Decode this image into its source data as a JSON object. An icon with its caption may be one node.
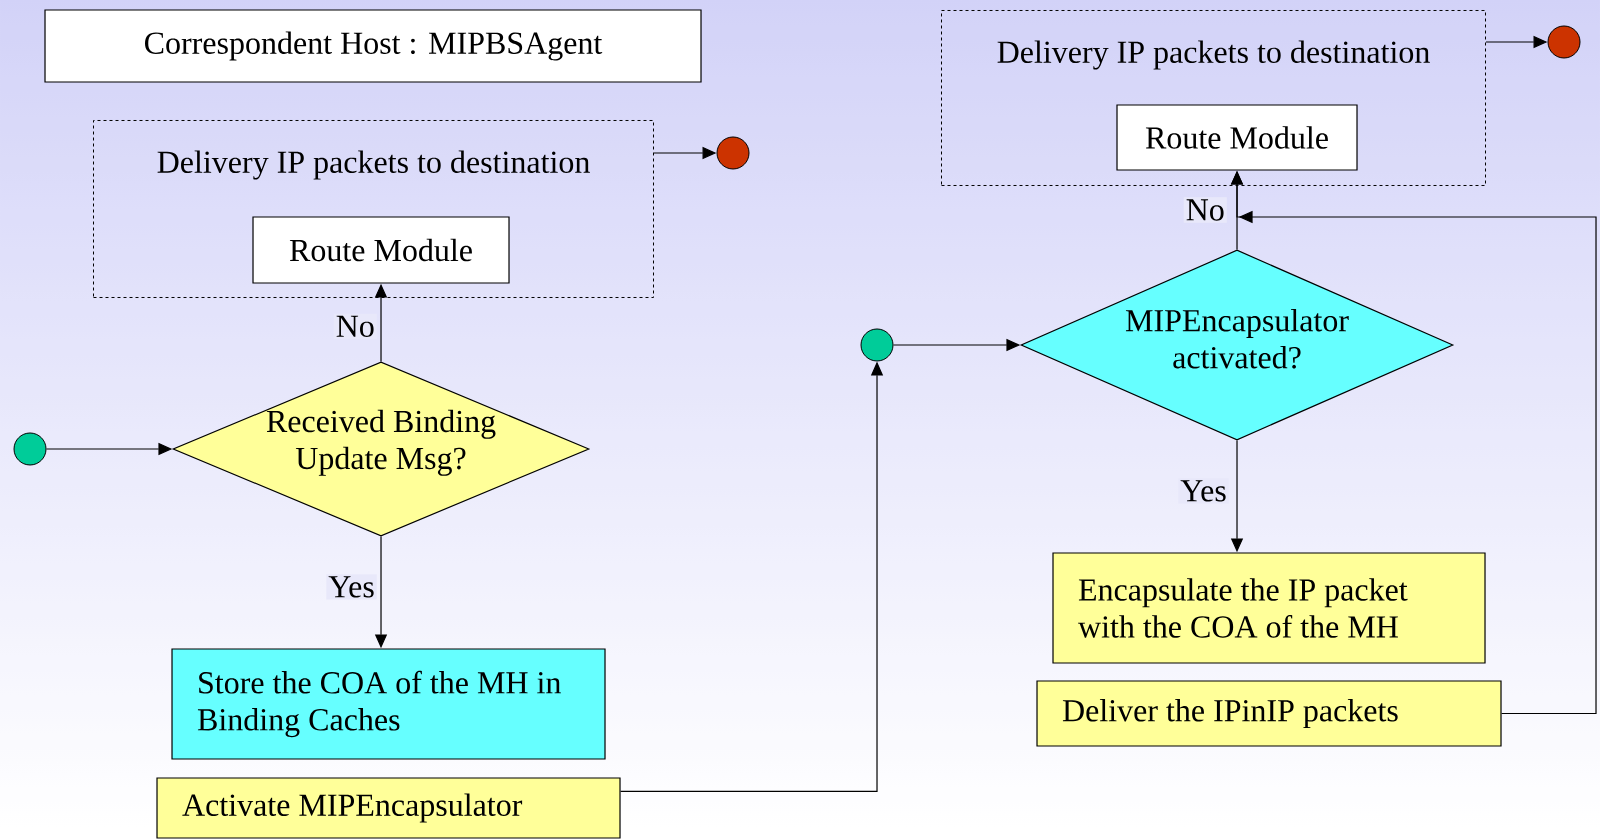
{
  "diagram": {
    "nodes": [
      {
        "text": [
          "Correspondent Host : MIPBSAgent"
        ]
      },
      {
        "text": [
          "Delivery IP packets to destination"
        ]
      },
      {
        "text": [
          "Route Module"
        ],
        "in": 1
      },
      {
        "text": [],
        "shape": "circle"
      },
      {
        "text": [],
        "shape": "circle"
      },
      {
        "text": [
          "Received Binding Update Msg?"
        ]
      },
      {
        "text": [
          "Store the COA of the MH in Binding Caches"
        ]
      },
      {
        "text": [
          "Activate MIPEncapsulator"
        ]
      },
      {
        "text": [],
        "shape": "circle"
      },
      {
        "text": [
          "MIPEncapsulator activated?"
        ]
      },
      {
        "text": [
          "Delivery IP packets to destination"
        ]
      },
      {
        "text": [
          "Route Module"
        ],
        "in": 10
      },
      {
        "text": [],
        "shape": "circle"
      },
      {
        "text": [
          "Encapsulate the IP packet with the COA of the MH"
        ]
      },
      {
        "text": [
          "Deliver the IPinIP packets"
        ]
      }
    ],
    "edges": [
      {
        "from": 4,
        "to": 5,
        "arrow": "to"
      },
      {
        "from": 5,
        "to": 2,
        "arrow": "to",
        "label": "No"
      },
      {
        "from": 5,
        "to": 6,
        "arrow": "to",
        "label": "Yes"
      },
      {
        "from": 1,
        "to": 3,
        "arrow": "to"
      },
      {
        "from": 7,
        "to": 8,
        "arrow": "to"
      },
      {
        "from": 8,
        "to": 9,
        "arrow": "to"
      },
      {
        "from": 9,
        "to": 11,
        "arrow": "to",
        "label": "No"
      },
      {
        "from": 9,
        "to": 13,
        "arrow": "to",
        "label": "Yes"
      },
      {
        "from": 14,
        "to": 11,
        "arrow": "to"
      },
      {
        "from": 10,
        "to": 12,
        "arrow": "to"
      }
    ]
  }
}
